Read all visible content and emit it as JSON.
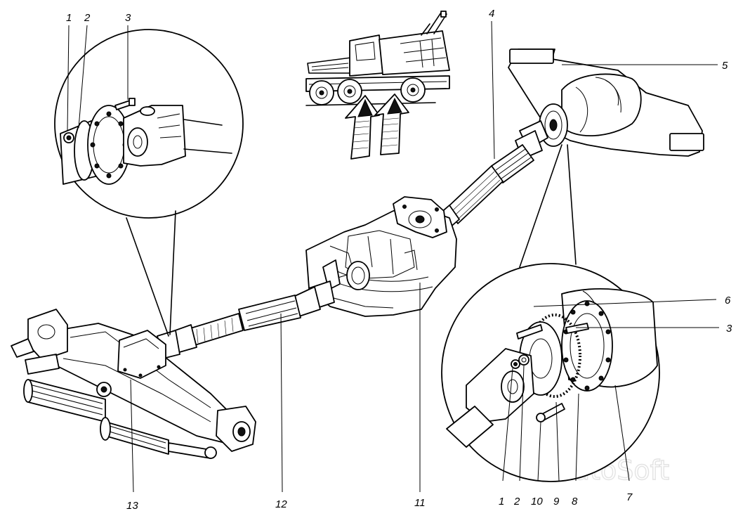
{
  "diagram": {
    "callouts": {
      "tl_1": "1",
      "tl_2": "2",
      "tl_3": "3",
      "top_4": "4",
      "right_5": "5",
      "right_6": "6",
      "right_3": "3",
      "right_7": "7",
      "bottom_1": "1",
      "bottom_2": "2",
      "bottom_10": "10",
      "bottom_9": "9",
      "bottom_8": "8",
      "bottom_11": "11",
      "bottom_12": "12",
      "bottom_13": "13"
    },
    "watermark": "AutoSoft"
  }
}
